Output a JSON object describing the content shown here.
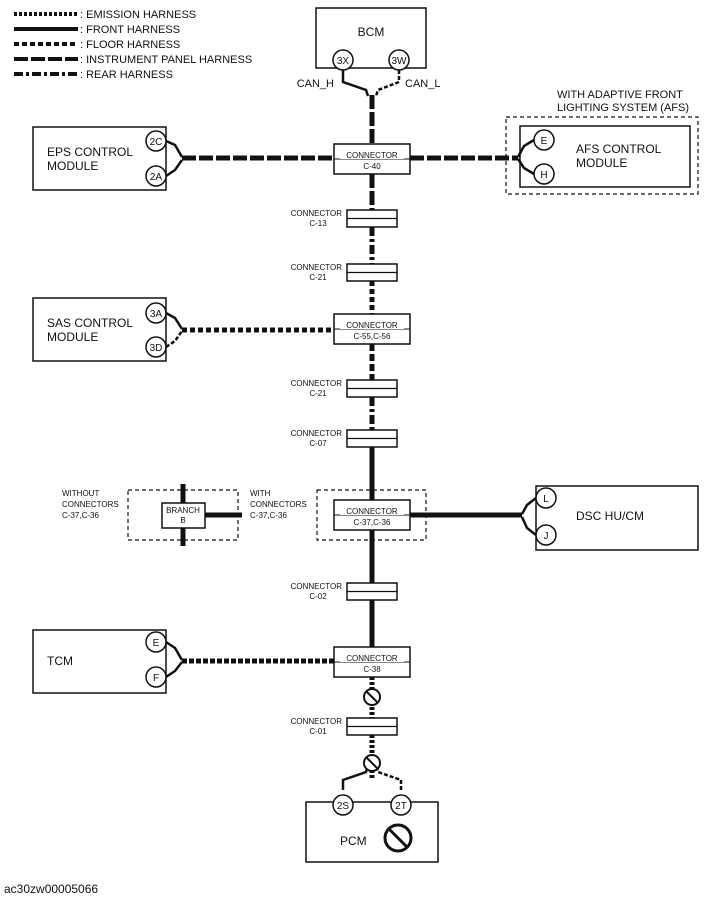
{
  "legend": [
    {
      "id": "emission",
      "label": ": EMISSION HARNESS"
    },
    {
      "id": "front",
      "label": ": FRONT HARNESS"
    },
    {
      "id": "floor",
      "label": ": FLOOR HARNESS"
    },
    {
      "id": "instrument",
      "label": ": INSTRUMENT PANEL HARNESS"
    },
    {
      "id": "rear",
      "label": ": REAR HARNESS"
    }
  ],
  "modules": {
    "bcm": {
      "name": "BCM",
      "pins": [
        "3X",
        "3W"
      ],
      "pin_labels": [
        "CAN_H",
        "CAN_L"
      ]
    },
    "eps": {
      "name": [
        "EPS CONTROL",
        "MODULE"
      ],
      "pins": [
        "2C",
        "2A"
      ]
    },
    "afs": {
      "name": [
        "AFS CONTROL",
        "MODULE"
      ],
      "pins": [
        "E",
        "H"
      ],
      "note": [
        "WITH ADAPTIVE FRONT",
        "LIGHTING SYSTEM (AFS)"
      ]
    },
    "sas": {
      "name": [
        "SAS CONTROL",
        "MODULE"
      ],
      "pins": [
        "3A",
        "3D"
      ]
    },
    "dsc": {
      "name": "DSC HU/CM",
      "pins": [
        "L",
        "J"
      ]
    },
    "tcm": {
      "name": "TCM",
      "pins": [
        "E",
        "F"
      ]
    },
    "pcm": {
      "name": "PCM",
      "pins": [
        "2S",
        "2T"
      ]
    }
  },
  "connectors": [
    {
      "id": "c40",
      "label": [
        "CONNECTOR",
        "C-40"
      ],
      "kind": "junction"
    },
    {
      "id": "c13",
      "label": [
        "CONNECTOR",
        "C-13"
      ],
      "kind": "inline"
    },
    {
      "id": "c21a",
      "label": [
        "CONNECTOR",
        "C-21"
      ],
      "kind": "inline"
    },
    {
      "id": "c55",
      "label": [
        "CONNECTOR",
        "C-55,C-56"
      ],
      "kind": "junction"
    },
    {
      "id": "c21b",
      "label": [
        "CONNECTOR",
        "C-21"
      ],
      "kind": "inline"
    },
    {
      "id": "c07",
      "label": [
        "CONNECTOR",
        "C-07"
      ],
      "kind": "inline"
    },
    {
      "id": "c37",
      "label": [
        "CONNECTOR",
        "C-37,C-36"
      ],
      "kind": "junction"
    },
    {
      "id": "c02",
      "label": [
        "CONNECTOR",
        "C-02"
      ],
      "kind": "inline"
    },
    {
      "id": "c38",
      "label": [
        "CONNECTOR",
        "C-38"
      ],
      "kind": "junction"
    },
    {
      "id": "c01",
      "label": [
        "CONNECTOR",
        "C-01"
      ],
      "kind": "inline"
    }
  ],
  "branch": {
    "label": [
      "BRANCH",
      "B"
    ],
    "without_note": [
      "WITHOUT",
      "CONNECTORS",
      "C-37,C-36"
    ],
    "with_note": [
      "WITH",
      "CONNECTORS",
      "C-37,C-36"
    ]
  },
  "caption": "ac30zw00005066",
  "colors": {
    "line": "#111111",
    "background": "#ffffff"
  }
}
